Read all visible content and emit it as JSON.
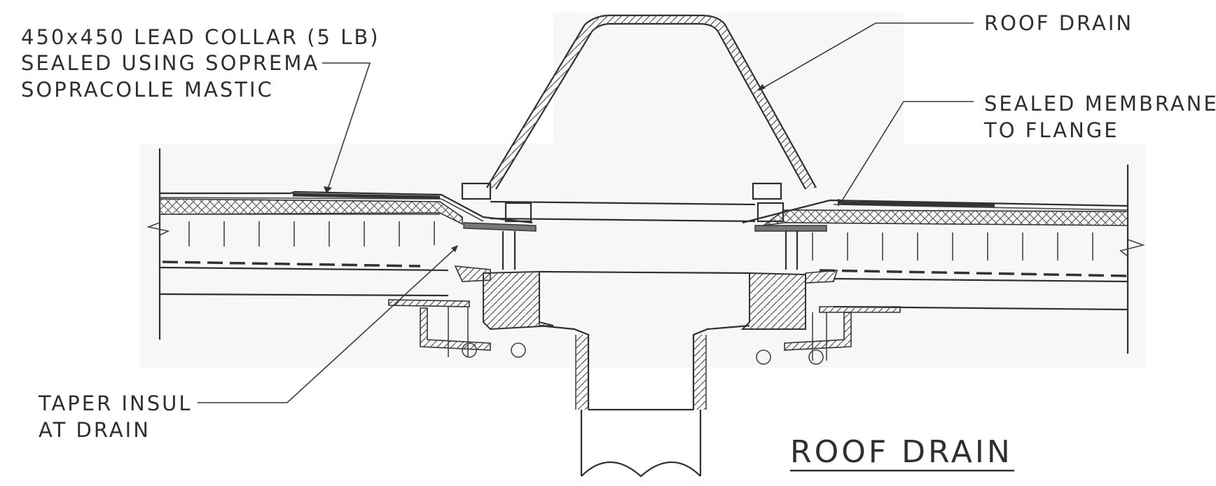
{
  "drawing": {
    "title": "ROOF DRAIN",
    "callouts": {
      "lead_collar": [
        "450x450 LEAD COLLAR (5 LB)",
        "SEALED USING SOPREMA",
        "SOPRACOLLE MASTIC"
      ],
      "roof_drain": [
        "ROOF DRAIN"
      ],
      "sealed_membrane": [
        "SEALED MEMBRANE",
        "TO FLANGE"
      ],
      "taper_insul": [
        "TAPER INSUL",
        "AT DRAIN"
      ]
    }
  }
}
